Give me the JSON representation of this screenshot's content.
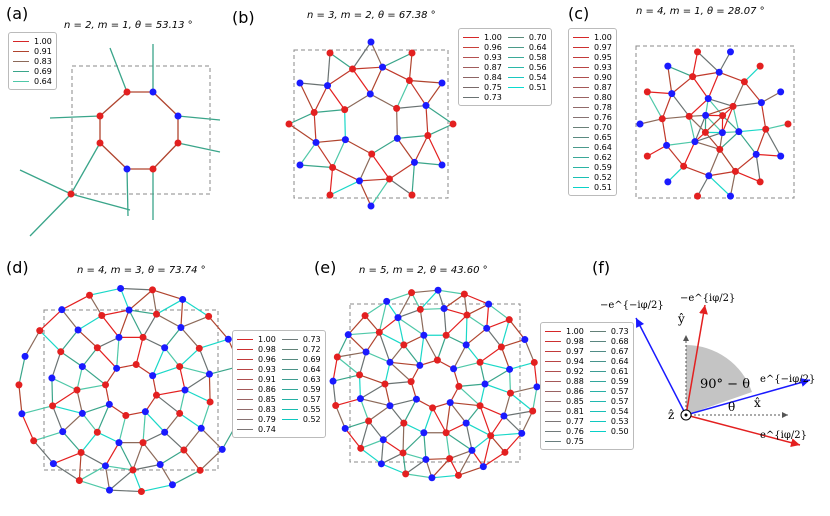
{
  "panels": [
    {
      "letter": "(a)",
      "title": "n = 2, m = 1, θ = 53.13 °",
      "legend": [
        [
          "#d62728",
          "1.00"
        ],
        [
          "#b0442e",
          "0.91"
        ],
        [
          "#8c6a5a",
          "0.83"
        ],
        [
          "#3aa58a",
          "0.69"
        ],
        [
          "#4fc8a8",
          "0.64"
        ]
      ]
    },
    {
      "letter": "(b)",
      "title": "n = 3, m = 2, θ = 67.38 °",
      "legend": [
        [
          "#d62728",
          "1.00"
        ],
        [
          "#c8403a",
          "0.96"
        ],
        [
          "#b45050",
          "0.93"
        ],
        [
          "#a05c5c",
          "0.87"
        ],
        [
          "#8c6464",
          "0.84"
        ],
        [
          "#786a6a",
          "0.75"
        ],
        [
          "#6a7272",
          "0.73"
        ],
        [
          "#5a8a7a",
          "0.70"
        ],
        [
          "#4a9a88",
          "0.64"
        ],
        [
          "#3aaa98",
          "0.58"
        ],
        [
          "#2ab8a8",
          "0.56"
        ],
        [
          "#1ac8c0",
          "0.54"
        ],
        [
          "#0adcd0",
          "0.51"
        ]
      ]
    },
    {
      "letter": "(c)",
      "title": "n = 4, m = 1, θ = 28.07 °",
      "legend": [
        [
          "#d62728",
          "1.00"
        ],
        [
          "#cc3030",
          "0.97"
        ],
        [
          "#c23a3a",
          "0.95"
        ],
        [
          "#b84444",
          "0.93"
        ],
        [
          "#ae4e4e",
          "0.90"
        ],
        [
          "#a45858",
          "0.87"
        ],
        [
          "#9a6262",
          "0.80"
        ],
        [
          "#906a6a",
          "0.78"
        ],
        [
          "#867272",
          "0.76"
        ],
        [
          "#6a8078",
          "0.70"
        ],
        [
          "#5a8a80",
          "0.65"
        ],
        [
          "#4a9a8c",
          "0.64"
        ],
        [
          "#3aa898",
          "0.62"
        ],
        [
          "#2ab4a4",
          "0.59"
        ],
        [
          "#1ac0b4",
          "0.52"
        ],
        [
          "#0ad2c8",
          "0.51"
        ]
      ]
    },
    {
      "letter": "(d)",
      "title": "n = 4, m = 3, θ = 73.74 °",
      "legend": [
        [
          "#d62728",
          "1.00"
        ],
        [
          "#cc3030",
          "0.98"
        ],
        [
          "#c23a3a",
          "0.96"
        ],
        [
          "#b84444",
          "0.93"
        ],
        [
          "#ae4e4e",
          "0.91"
        ],
        [
          "#a45858",
          "0.86"
        ],
        [
          "#9a6262",
          "0.85"
        ],
        [
          "#906a6a",
          "0.83"
        ],
        [
          "#867272",
          "0.79"
        ],
        [
          "#7c7676",
          "0.74"
        ],
        [
          "#6e7a7a",
          "0.73"
        ],
        [
          "#628278",
          "0.72"
        ],
        [
          "#568a80",
          "0.69"
        ],
        [
          "#4a9288",
          "0.64"
        ],
        [
          "#3e9c90",
          "0.63"
        ],
        [
          "#32a698",
          "0.59"
        ],
        [
          "#26b0a4",
          "0.57"
        ],
        [
          "#1abcb0",
          "0.55"
        ],
        [
          "#0ec8c0",
          "0.52"
        ]
      ]
    },
    {
      "letter": "(e)",
      "title": "n = 5, m = 2, θ = 43.60 °",
      "legend": [
        [
          "#d62728",
          "1.00"
        ],
        [
          "#cc3030",
          "0.98"
        ],
        [
          "#c23a3a",
          "0.97"
        ],
        [
          "#b84444",
          "0.94"
        ],
        [
          "#ae4e4e",
          "0.92"
        ],
        [
          "#a45858",
          "0.88"
        ],
        [
          "#9a6262",
          "0.86"
        ],
        [
          "#906a6a",
          "0.85"
        ],
        [
          "#867272",
          "0.81"
        ],
        [
          "#7c7676",
          "0.77"
        ],
        [
          "#727a7a",
          "0.76"
        ],
        [
          "#6a7e7e",
          "0.75"
        ],
        [
          "#648078",
          "0.73"
        ],
        [
          "#5a8680",
          "0.68"
        ],
        [
          "#508c86",
          "0.67"
        ],
        [
          "#46948c",
          "0.64"
        ],
        [
          "#3c9c94",
          "0.61"
        ],
        [
          "#32a69c",
          "0.59"
        ],
        [
          "#28b0a6",
          "0.57"
        ],
        [
          "#20b8b0",
          "0.57"
        ],
        [
          "#18c0b8",
          "0.54"
        ],
        [
          "#10c8c0",
          "0.53"
        ],
        [
          "#08d0c8",
          "0.50"
        ]
      ]
    },
    {
      "letter": "(f)"
    }
  ],
  "axis_labels": {
    "y": "ŷ",
    "x": "x̂",
    "z": "ẑ",
    "theta": "θ",
    "angle": "90° − θ",
    "v_up_left": "−e^{−iφ/2}",
    "v_up_right": "−e^{iφ/2}",
    "v_right_up": "e^{−iφ/2}",
    "v_right_down": "e^{iφ/2}"
  }
}
